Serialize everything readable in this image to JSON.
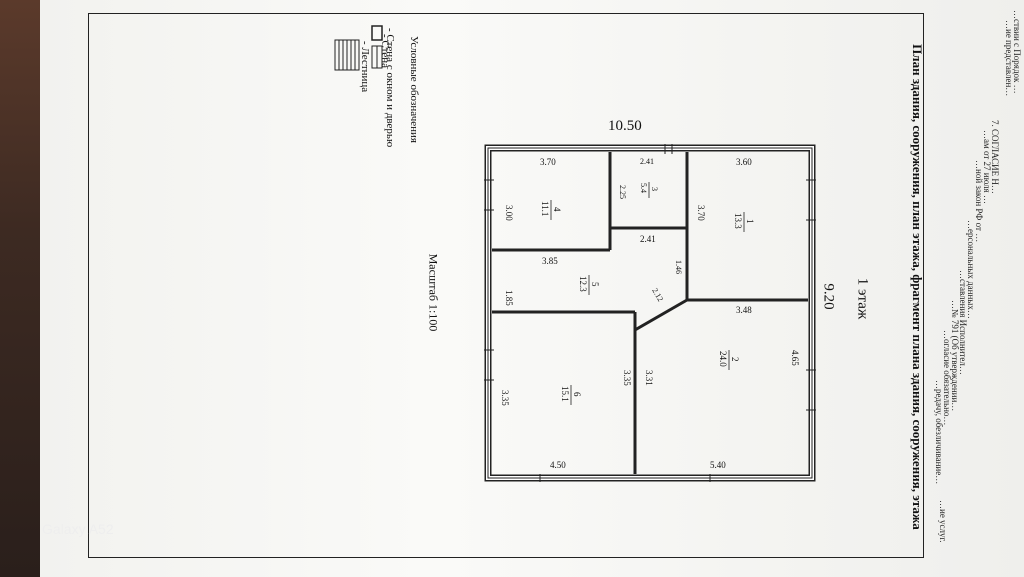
{
  "title": "План здания, сооружения, план этажа, фрагмент плана здания, сооружения, этажа",
  "floor": "1 этаж",
  "scale": "Масштаб 1:100",
  "overall": {
    "width": "10.50",
    "depth": "9.20"
  },
  "rooms": [
    {
      "number": "1",
      "area": "13.3"
    },
    {
      "number": "2",
      "area": "24.0"
    },
    {
      "number": "3",
      "area": "5.4"
    },
    {
      "number": "4",
      "area": "11.1"
    },
    {
      "number": "5",
      "area": "12.3"
    },
    {
      "number": "6",
      "area": "15.1"
    }
  ],
  "dims": {
    "d370a": "3.70",
    "d241a": "2.41",
    "d360": "3.60",
    "d300": "3.00",
    "d225": "2.25",
    "d370b": "3.70",
    "d241b": "2.41",
    "d146": "1.46",
    "d385": "3.85",
    "d185": "1.85",
    "d212": "2.12",
    "d348": "3.48",
    "d465": "4.65",
    "d335a": "3.35",
    "d335b": "3.35",
    "d331": "3.31",
    "d450": "4.50",
    "d540": "5.40"
  },
  "legend": {
    "heading": "Условные обозначения",
    "items": [
      "- Стена",
      "- Стена с окном и дверью",
      "- Лестница"
    ]
  },
  "side_text": [
    "…",
    "…ствии с Порядок …",
    "…ие представлен…",
    "7. СОГЛАСИЕ Н…",
    "…ам от 27 июля …",
    "…ной закон РФ от …",
    "…ерсональных данных…",
    "…ставления Исполнител…",
    "…№ 791 (Об утверждении…",
    "…огласие обязательно…",
    "…редачу, обезличивание…",
    "…ие услуг."
  ],
  "watermark": "Galaxy A52",
  "colors": {
    "line": "#222222",
    "paper": "#f5f5f2"
  }
}
